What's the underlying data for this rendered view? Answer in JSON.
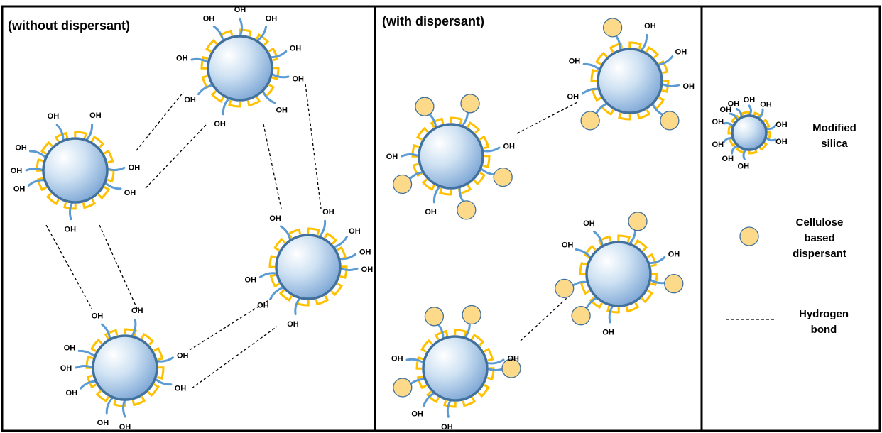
{
  "panels": {
    "without": {
      "title": "(without dispersant)"
    },
    "with": {
      "title": "(with dispersant)"
    }
  },
  "group_label": "OH",
  "legend": {
    "silica_line1": "Modified",
    "silica_line2": "silica",
    "dispersant_line1": "Cellulose",
    "dispersant_line2": "based",
    "dispersant_line3": "dispersant",
    "hbond_line1": "Hydrogen",
    "hbond_line2": "bond"
  },
  "colors": {
    "particle_core": "#bdd7ee",
    "particle_outline": "#41719c",
    "surface_chain": "#5b9bd5",
    "coating": "#ffc000",
    "dispersant": "#fdd98a",
    "border": "#000000"
  }
}
